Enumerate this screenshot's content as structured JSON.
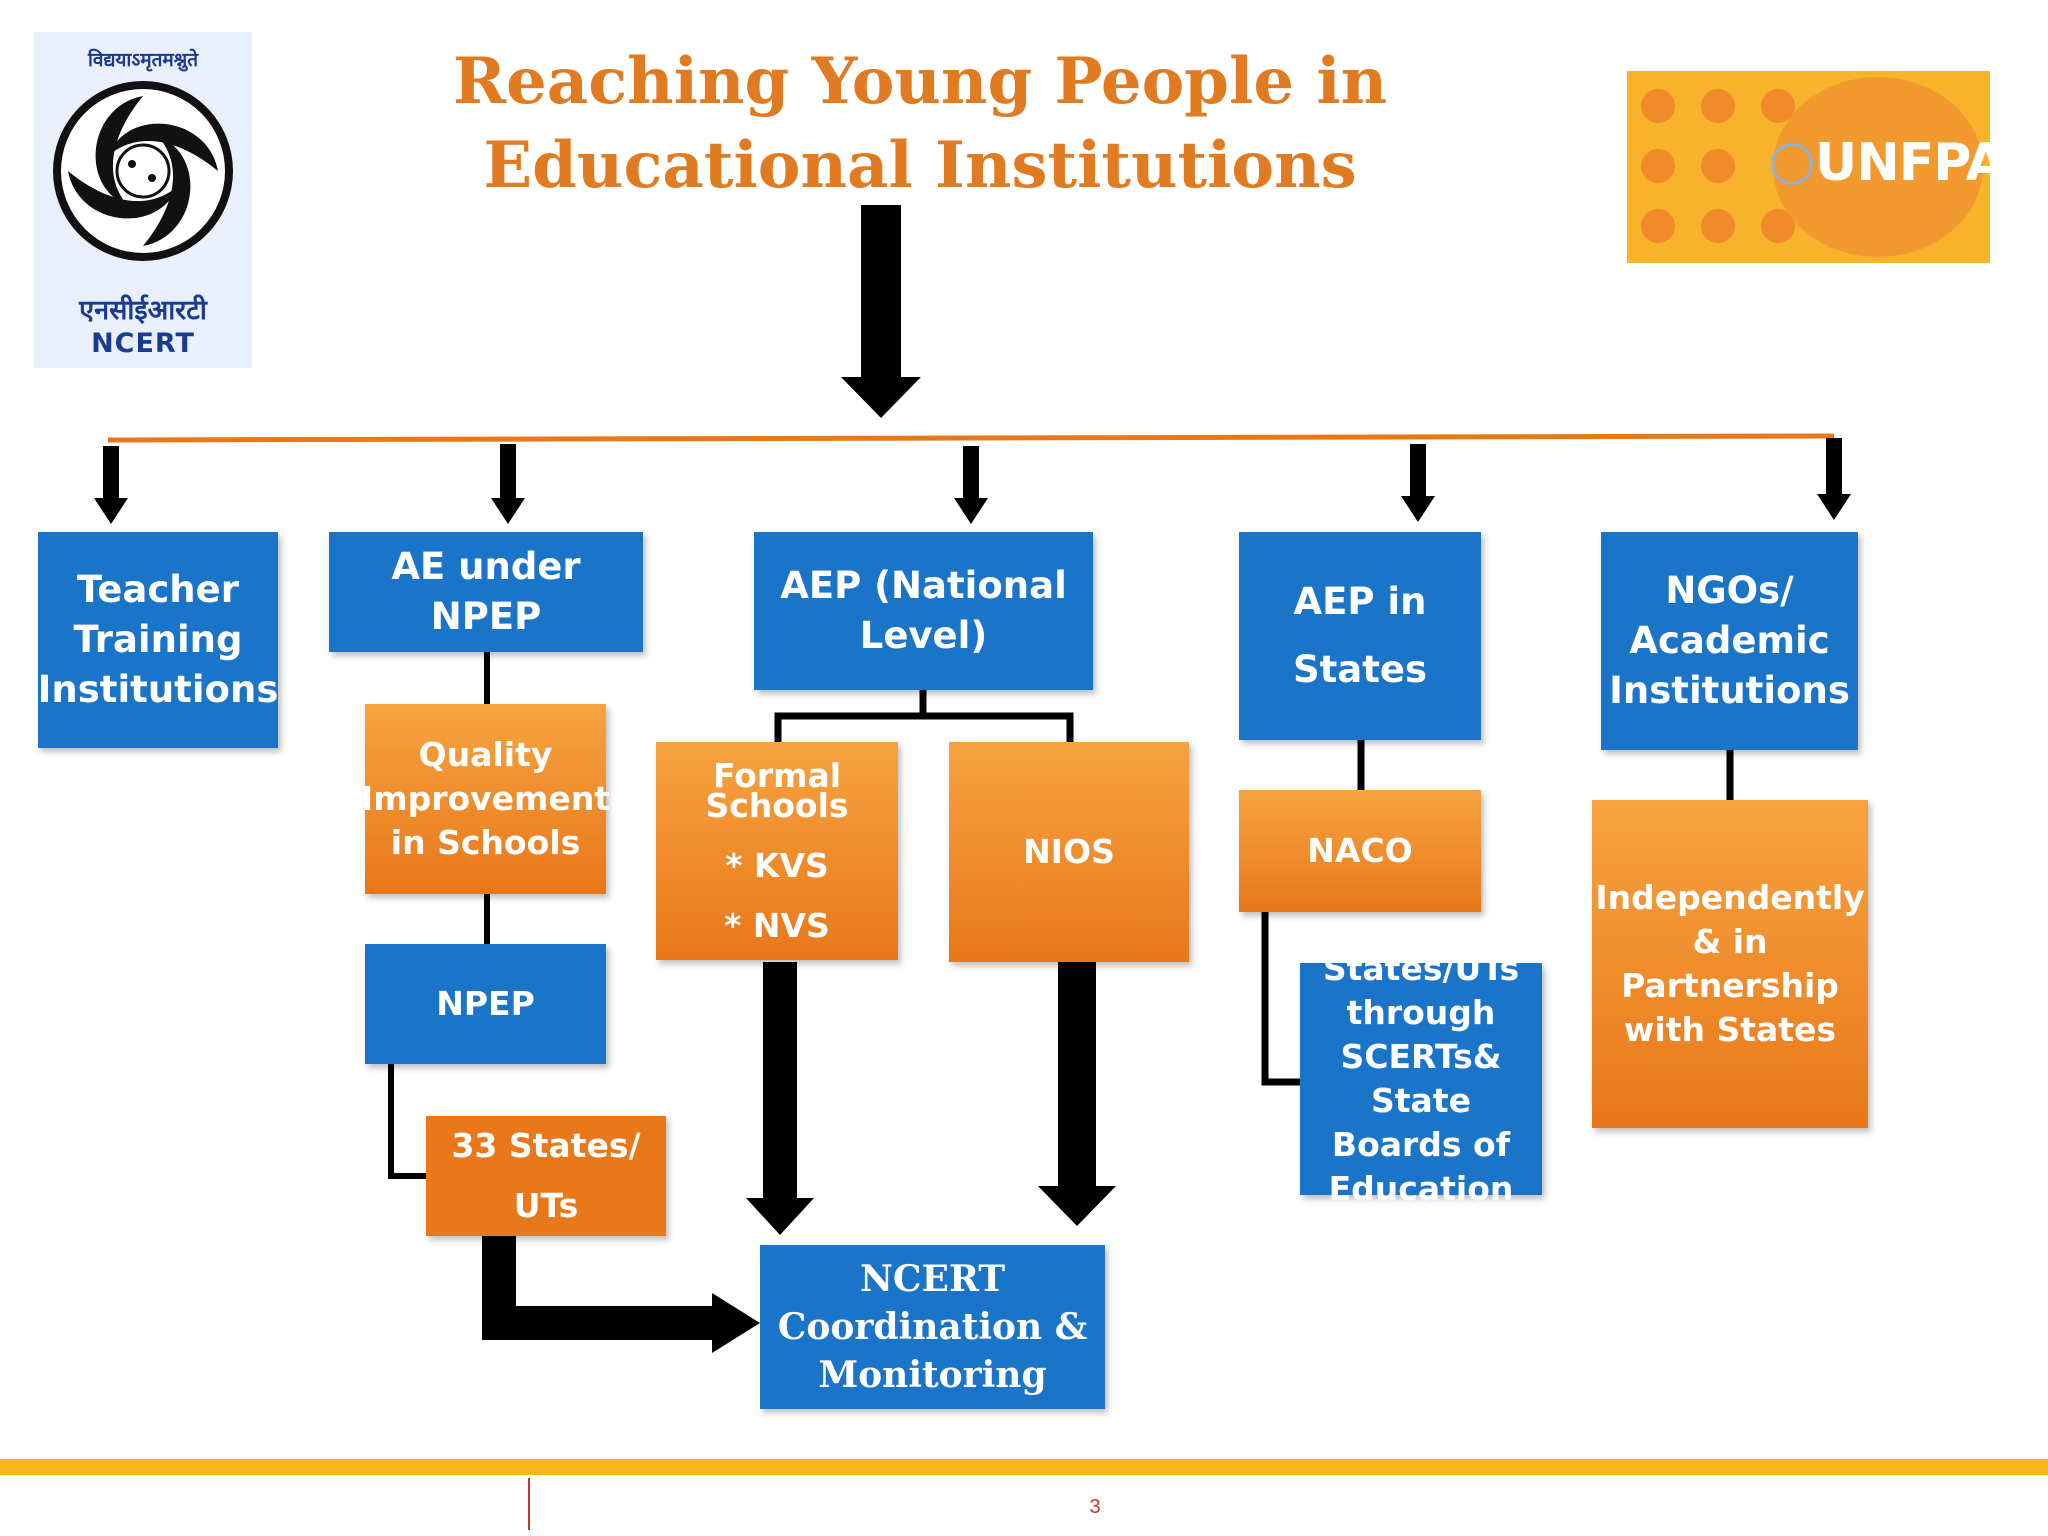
{
  "title": "Reaching Young People in Educational Institutions",
  "logos": {
    "ncert_hindi_top": "विद्ययाऽमृतमश्नुते",
    "ncert_hindi_bottom": "एनसीईआरटी",
    "ncert_abbr": "NCERT",
    "unfpa": "UNFPA"
  },
  "nodes": {
    "teacher_training": "Teacher\nTraining\nInstitutions",
    "ae_npep": "AE under NPEP",
    "aep_national": "AEP (National\nLevel)",
    "aep_states": "AEP in\n\nStates",
    "ngos": "NGOs/\nAcademic\nInstitutions",
    "quality_improvement": "Quality\nImprovement\nin Schools",
    "npep": "NPEP",
    "states_uts_33": "33 States/\n\nUTs",
    "formal_schools": "Formal\nSchools\n\n* KVS\n\n* NVS",
    "nios": "NIOS",
    "naco": "NACO",
    "states_uts_scerts": "States/UTs\nthrough\nSCERTs& State\nBoards of\nEducation",
    "independently": "Independently\n& in Partnership\nwith States",
    "ncert_coordination": "NCERT\nCoordination &\nMonitoring"
  },
  "colors": {
    "blue": "#1a74c8",
    "orange": "#e8781a",
    "title": "#e07b22",
    "footer": "#f7b61c"
  },
  "footer": {
    "page_number": "3"
  }
}
